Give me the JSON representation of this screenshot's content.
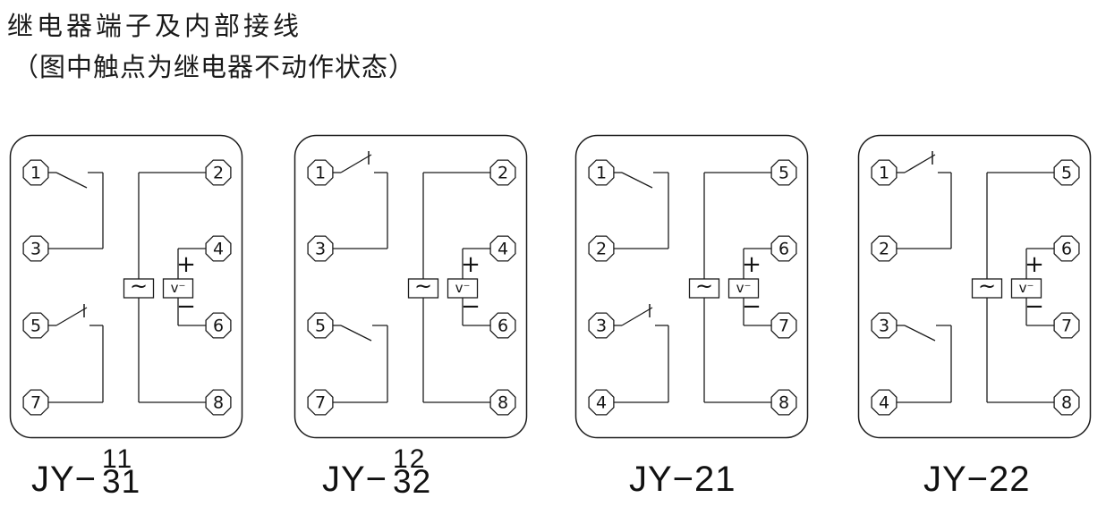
{
  "title": "继电器端子及内部接线",
  "subtitle": "（图中触点为继电器不动作状态）",
  "coil_symbols": {
    "ac_box": "~",
    "dc_box": "v⁻",
    "plus": "+",
    "minus": "−"
  },
  "diagrams": [
    {
      "model": "JY-11/31",
      "label": {
        "prefix": "JY−",
        "sub_top": "11",
        "sub_bottom": "31"
      },
      "left_terminals": [
        "1",
        "3",
        "5",
        "7"
      ],
      "right_terminals": [
        "2",
        "4",
        "6",
        "8"
      ],
      "top_contact": "open",
      "bottom_contact": "closed"
    },
    {
      "model": "JY-12/32",
      "label": {
        "prefix": "JY−",
        "sub_top": "12",
        "sub_bottom": "32"
      },
      "left_terminals": [
        "1",
        "3",
        "5",
        "7"
      ],
      "right_terminals": [
        "2",
        "4",
        "6",
        "8"
      ],
      "top_contact": "closed",
      "bottom_contact": "open"
    },
    {
      "model": "JY-21",
      "label": {
        "prefix": "JY−21"
      },
      "left_terminals": [
        "1",
        "2",
        "3",
        "4"
      ],
      "right_terminals": [
        "5",
        "6",
        "7",
        "8"
      ],
      "top_contact": "open",
      "bottom_contact": "closed"
    },
    {
      "model": "JY-22",
      "label": {
        "prefix": "JY−22"
      },
      "left_terminals": [
        "1",
        "2",
        "3",
        "4"
      ],
      "right_terminals": [
        "5",
        "6",
        "7",
        "8"
      ],
      "top_contact": "closed",
      "bottom_contact": "open"
    }
  ]
}
